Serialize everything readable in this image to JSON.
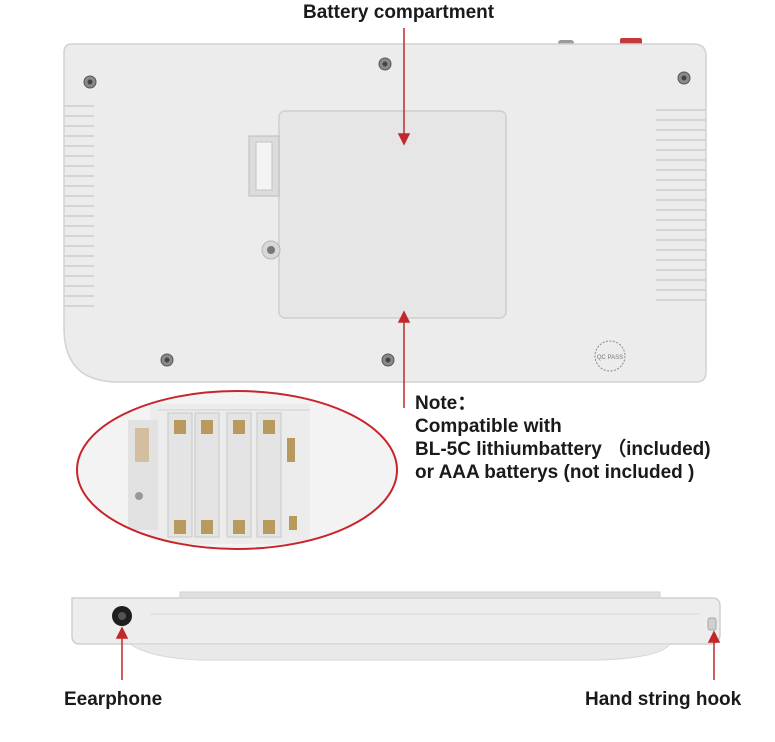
{
  "labels": {
    "battery_compartment": "Battery compartment",
    "note_title": "Note：",
    "note_line1": "Compatible with",
    "note_line2": "BL-5C lithiumbattery （included)",
    "note_line3": "or AAA batterys (not included )",
    "earphone": "Eearphone",
    "hand_string_hook": "Hand string hook",
    "qc_stamp": "QC PASS"
  },
  "colors": {
    "device_body": "#ececec",
    "device_edge": "#d2d2d2",
    "annotation_red": "#c0292b",
    "ellipse_border": "#c8242a",
    "label_text": "#1a1a1a"
  }
}
